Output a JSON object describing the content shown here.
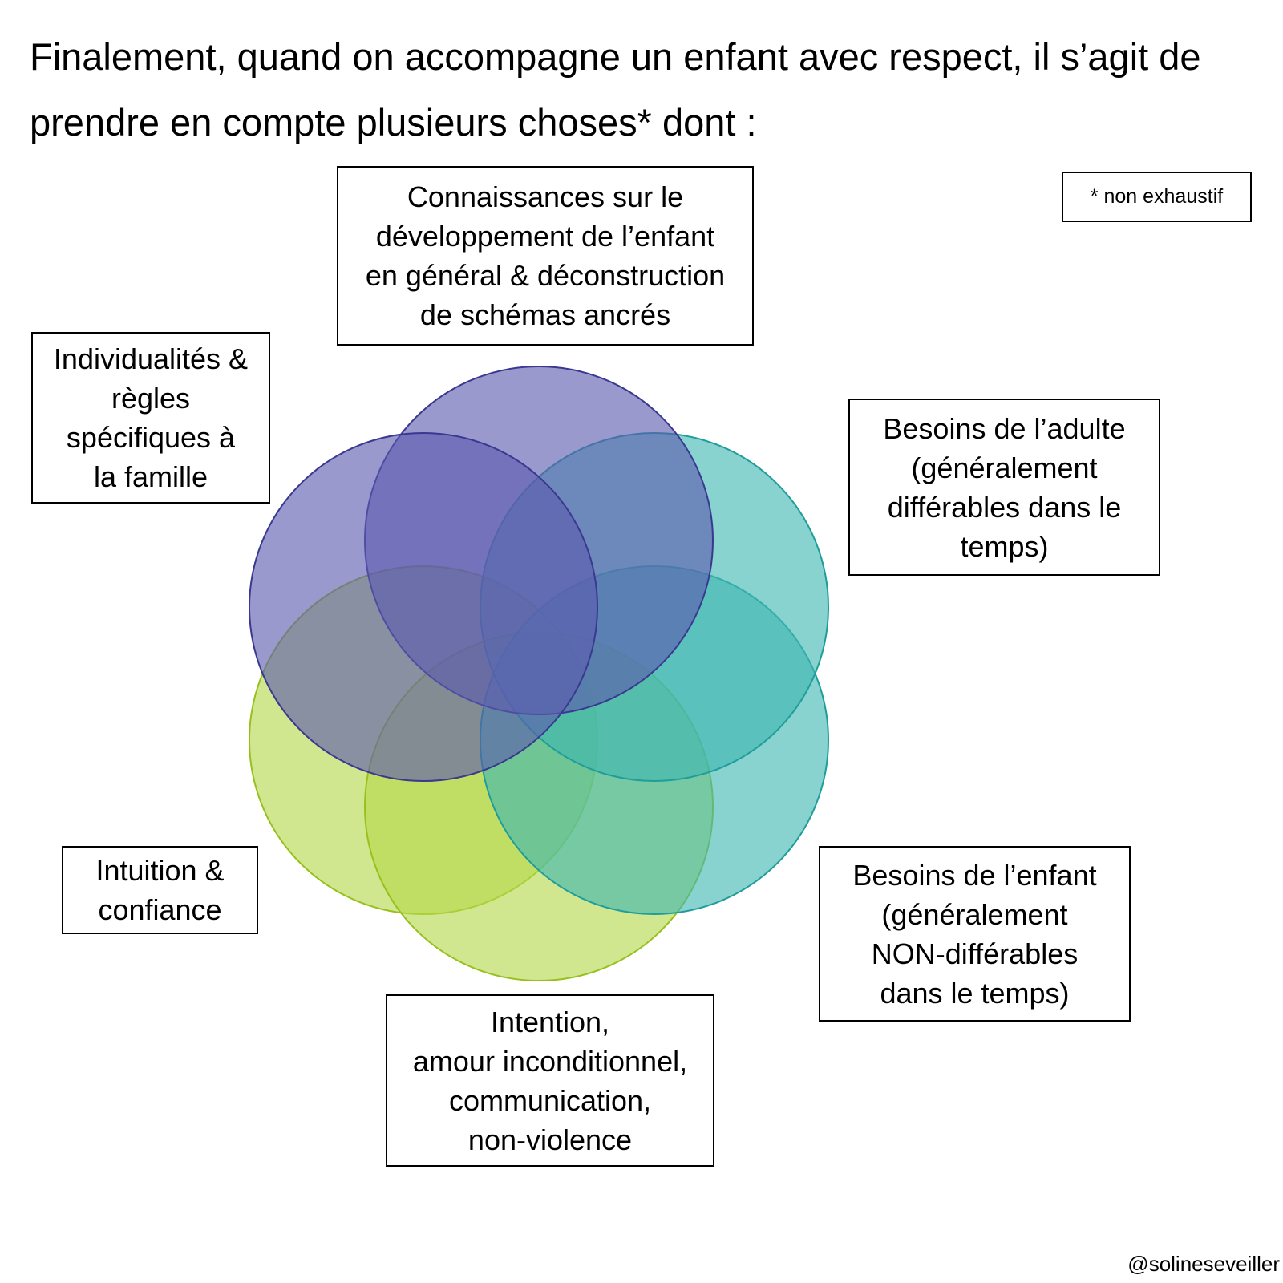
{
  "heading": {
    "line1": "Finalement, quand on accompagne un enfant avec respect, il s’agit de",
    "line2": "prendre en compte plusieurs choses* dont :"
  },
  "note": "* non exhaustif",
  "credit": "@solineseveiller",
  "boxes": {
    "top": [
      "Connaissances sur le",
      "développement de l’enfant",
      "en général & déconstruction",
      "de schémas ancrés"
    ],
    "top_left": [
      "Individualités &",
      "règles",
      "spécifiques à",
      "la famille"
    ],
    "right_top": [
      "Besoins de l’adulte",
      "(généralement",
      "différables dans le",
      "temps)"
    ],
    "right_bottom": [
      "Besoins de l’enfant",
      "(généralement",
      "NON-différables",
      "dans le temps)"
    ],
    "bottom": [
      "Intention,",
      "amour inconditionnel,",
      "communication,",
      "non-violence"
    ],
    "left": [
      "Intuition &",
      "confiance"
    ]
  },
  "circles": [
    {
      "name": "circle-bottom-left-green",
      "fill": "#b5d94a",
      "stroke": "#98c01c"
    },
    {
      "name": "circle-bottom-green",
      "fill": "#b5d94a",
      "stroke": "#98c01c"
    },
    {
      "name": "circle-bottom-right-teal",
      "fill": "#3fb6b2",
      "stroke": "#1e9e9a"
    },
    {
      "name": "circle-top-right-teal",
      "fill": "#3fb6b2",
      "stroke": "#1e9e9a"
    },
    {
      "name": "circle-top-purple",
      "fill": "#5c5aae",
      "stroke": "#3a3890"
    },
    {
      "name": "circle-top-left-purple",
      "fill": "#5c5aae",
      "stroke": "#3a3890"
    }
  ]
}
